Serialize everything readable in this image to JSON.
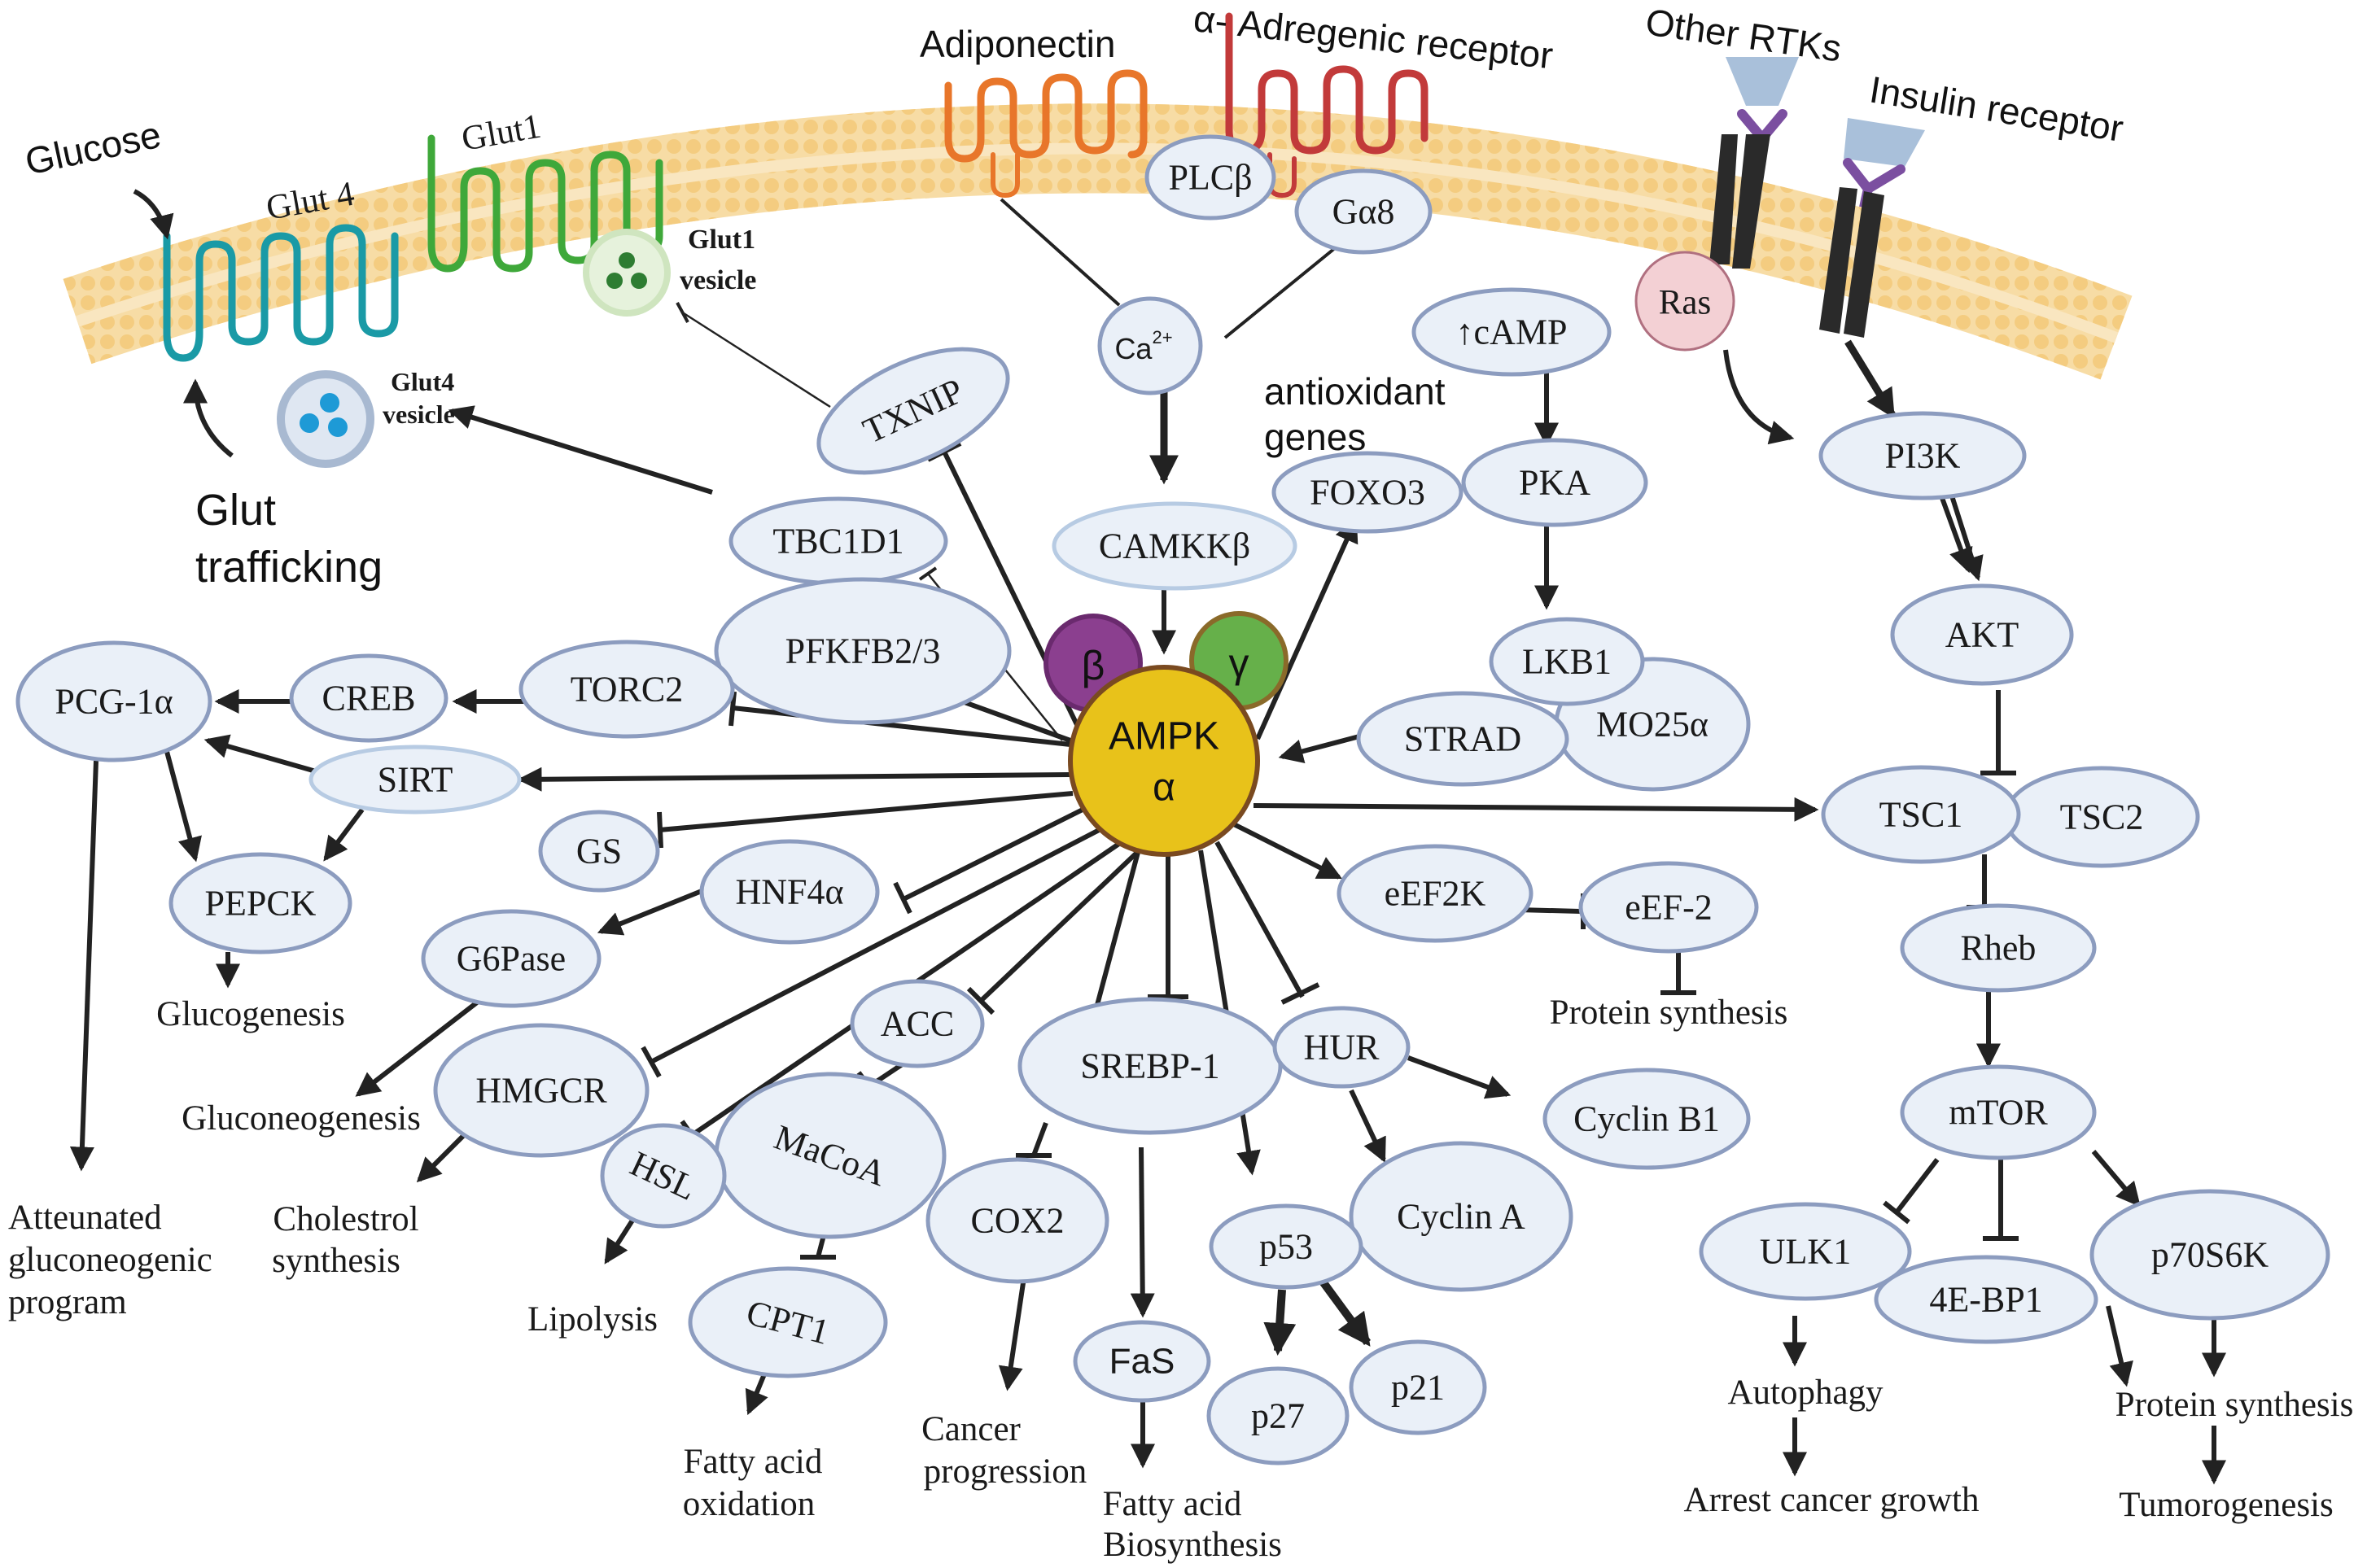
{
  "colors": {
    "membrane": "#f7d79a",
    "node_fill": "#eaf0f8",
    "node_stroke": "#8c9cbf",
    "ampk_fill": "#e8c21a",
    "beta_fill": "#8b3f8f",
    "gamma_fill": "#66b04a",
    "glut4": "#1a9aa6",
    "glut1": "#3fa83a",
    "adiponectin": "#e8762a",
    "adrenergic": "#c23a3a",
    "receptor_dark": "#2a2a2a",
    "receptor_purple": "#7b4fa0",
    "receptor_cap": "#a9c0da",
    "ras_fill": "#f3d0d4"
  },
  "membrane_labels": {
    "glucose": "Glucose",
    "glut4": "Glut 4",
    "glut1": "Glut1",
    "adiponectin": "Adiponectin",
    "adrenergic": "α- Adregenic receptor",
    "other_rtks": "Other RTKs",
    "insulin_receptor": "Insulin receptor",
    "glut1_vesicle_1": "Glut1",
    "glut1_vesicle_2": "vesicle",
    "glut4_vesicle_1": "Glut4",
    "glut4_vesicle_2": "vesicle",
    "glut_trafficking_1": "Glut",
    "glut_trafficking_2": "trafficking",
    "antioxidant_1": "antioxidant",
    "antioxidant_2": "genes"
  },
  "core": {
    "ampk_line1": "AMPK",
    "ampk_line2": "α",
    "beta": "β",
    "gamma": "γ",
    "ca_main": "Ca",
    "ca_sup": "2+"
  },
  "nodes": {
    "plcb": "PLCβ",
    "ga8": "Gα8",
    "camp": "↑cAMP",
    "ras": "Ras",
    "txnip": "TXNIP",
    "camkkb": "CAMKKβ",
    "foxo3": "FOXO3",
    "pka": "PKA",
    "pi3k": "PI3K",
    "tbc1d1": "TBC1D1",
    "pfkfb": "PFKFB2/3",
    "lkb1": "LKB1",
    "mo25": "MO25α",
    "strad": "STRAD",
    "akt": "AKT",
    "pcg1a": "PCG-1α",
    "creb": "CREB",
    "torc2": "TORC2",
    "sirt": "SIRT",
    "tsc1": "TSC1",
    "tsc2": "TSC2",
    "gs": "GS",
    "hnf4a": "HNF4α",
    "pepck": "PEPCK",
    "eef2k": "eEF2K",
    "eef2": "eEF-2",
    "rheb": "Rheb",
    "g6pase": "G6Pase",
    "acc": "ACC",
    "srebp1": "SREBP-1",
    "hur": "HUR",
    "hmgcr": "HMGCR",
    "cyclinb1": "Cyclin B1",
    "mtor": "mTOR",
    "macoa": "MaCoA",
    "hsl": "HSL",
    "cox2": "COX2",
    "cyclina": "Cyclin A",
    "p53": "p53",
    "ulk1": "ULK1",
    "p70s6k": "p70S6K",
    "fbp1": "4E-BP1",
    "cpt1": "CPT1",
    "fas": "FaS",
    "p27": "p27",
    "p21": "p21"
  },
  "outcomes": {
    "glucogenesis": "Glucogenesis",
    "gluconeogenesis": "Gluconeogenesis",
    "protein_synthesis_eef": "Protein synthesis",
    "cholestrol_1": "Cholestrol",
    "cholestrol_2": "synthesis",
    "atteunated_1": "Atteunated",
    "atteunated_2": "gluconeogenic",
    "atteunated_3": "program",
    "lipolysis": "Lipolysis",
    "cancer_1": "Cancer",
    "cancer_2": "progression",
    "fao_1": "Fatty acid",
    "fao_2": "oxidation",
    "fab_1": "Fatty acid",
    "fab_2": "Biosynthesis",
    "autophagy": "Autophagy",
    "arrest": "Arrest cancer growth",
    "protein_synthesis_mtor": "Protein synthesis",
    "tumorogenesis": "Tumorogenesis"
  }
}
